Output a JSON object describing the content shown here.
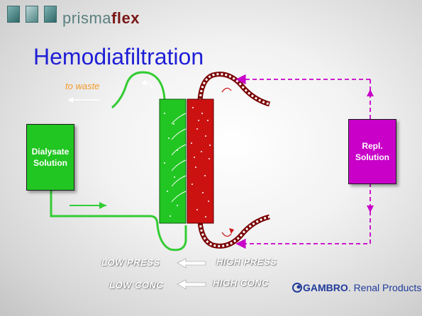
{
  "header": {
    "brand_text": "prisma",
    "brand_accent": "flex"
  },
  "slide": {
    "title": "Hemodiafiltration"
  },
  "labels": {
    "to_waste": "to waste",
    "dialysate": [
      "Dialysate",
      "Solution"
    ],
    "replacement": [
      "Repl.",
      "Solution"
    ],
    "low_press": "LOW PRESS",
    "high_press": "HIGH PRESS",
    "low_conc": "LOW CONC",
    "high_conc": "HIGH CONC"
  },
  "footer": {
    "company": "GAMBRO",
    "company_suffix": "Renal Products"
  },
  "colors": {
    "title": "#1f1fd6",
    "dialysate_green": "#22c622",
    "blood_red": "#cc1111",
    "replacement_magenta": "#c800c8",
    "waste_orange": "#f39a2b"
  },
  "icons": [
    "logo-thumbnail-icon",
    "arrow-left-icon",
    "wavy-arrow-icon"
  ]
}
